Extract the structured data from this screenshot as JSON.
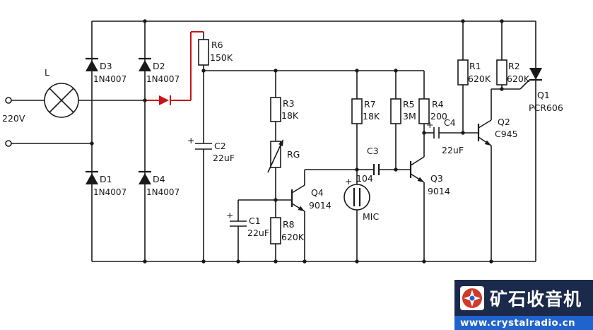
{
  "schematic": {
    "power": {
      "lamp": "L",
      "voltage": "220V"
    },
    "diodes": {
      "d1": {
        "ref": "D1",
        "value": "1N4007"
      },
      "d2": {
        "ref": "D2",
        "value": "1N4007"
      },
      "d3": {
        "ref": "D3",
        "value": "1N4007"
      },
      "d4": {
        "ref": "D4",
        "value": "1N4007"
      }
    },
    "resistors": {
      "r1": {
        "ref": "R1",
        "value": "620K"
      },
      "r2": {
        "ref": "R2",
        "value": "620K"
      },
      "r3": {
        "ref": "R3",
        "value": "18K"
      },
      "r4": {
        "ref": "R4",
        "value": "200"
      },
      "r5": {
        "ref": "R5",
        "value": "3M"
      },
      "r6": {
        "ref": "R6",
        "value": "150K"
      },
      "r7": {
        "ref": "R7",
        "value": "18K"
      },
      "r8": {
        "ref": "R8",
        "value": "620K"
      },
      "rg": {
        "ref": "RG"
      }
    },
    "capacitors": {
      "c1": {
        "ref": "C1",
        "value": "22uF",
        "polarity": "+"
      },
      "c2": {
        "ref": "C2",
        "value": "22uF",
        "polarity": "+"
      },
      "c3": {
        "ref": "C3",
        "value": "104"
      },
      "c4": {
        "ref": "C4",
        "value": "22uF",
        "polarity": "+"
      }
    },
    "semiconductors": {
      "q1": {
        "ref": "Q1",
        "value": "PCR606"
      },
      "q2": {
        "ref": "Q2",
        "value": "C945"
      },
      "q3": {
        "ref": "Q3",
        "value": "9014"
      },
      "q4": {
        "ref": "Q4",
        "value": "9014"
      }
    },
    "mic": {
      "ref": "MIC",
      "polarity": "+"
    }
  },
  "watermark": {
    "site_name": "矿石收音机",
    "site_url": "www.crystalradio.cn"
  },
  "colors": {
    "wire": "#1a1a1a",
    "highlight_wire": "#c81414",
    "banner_bg": "#1b2a4a",
    "strip_bg": "#2063cd",
    "logo_red": "#cf3a2a"
  }
}
